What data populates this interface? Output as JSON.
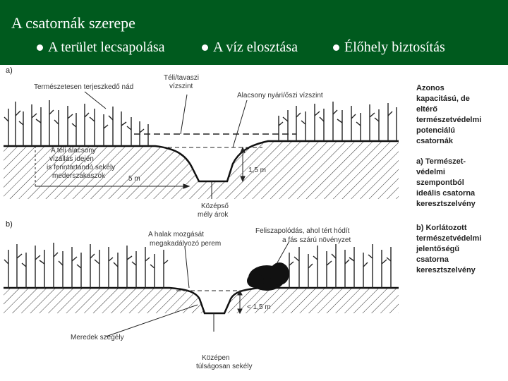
{
  "slide": {
    "title": "A csatornák szerepe",
    "bullets": [
      "A terület lecsapolása",
      "A víz elosztása",
      "Élőhely biztosítás"
    ],
    "colors": {
      "header_bg": "#005a1e",
      "header_text": "#ffffff"
    }
  },
  "diagram": {
    "panel_a": {
      "letter": "a)",
      "labels": {
        "natural_reed": "Természetesen terjeszkedő nád",
        "winter_level_1": "Téli/tavaszi",
        "winter_level_2": "vízszint",
        "summer_level": "Alacsony nyári/őszi vízszint",
        "shallow_1": "A téli alacsony",
        "shallow_2": "vízállás idején",
        "shallow_3": "is fenntartandó sekély",
        "shallow_4": "mederszakaszok",
        "width": "5 m",
        "depth": "1,5 m",
        "ditch_1": "Középső",
        "ditch_2": "mély árok"
      }
    },
    "panel_b": {
      "letter": "b)",
      "labels": {
        "fish_1": "A halak mozgását",
        "fish_2": "megakadályozó perem",
        "silt_1": "Feliszapolódás, ahol tért hódít",
        "silt_2": "a fás szárú növényzet",
        "depth": "< 1,5 m",
        "steep": "Meredek szegély",
        "middle_1": "Középen",
        "middle_2": "túlságosan sekély"
      }
    },
    "side_text": {
      "intro": [
        "Azonos",
        "kapacitású, de",
        "eltérő",
        "természetvédelmi",
        "potenciálú",
        "csatornák"
      ],
      "a": [
        "a) Természet-",
        "védelmi",
        "szempontból",
        "ideális csatorna",
        "keresztszelvény"
      ],
      "b": [
        "b) Korlátozott",
        "természetvédelmi",
        "jelentőségű",
        "csatorna",
        "keresztszelvény"
      ]
    }
  }
}
